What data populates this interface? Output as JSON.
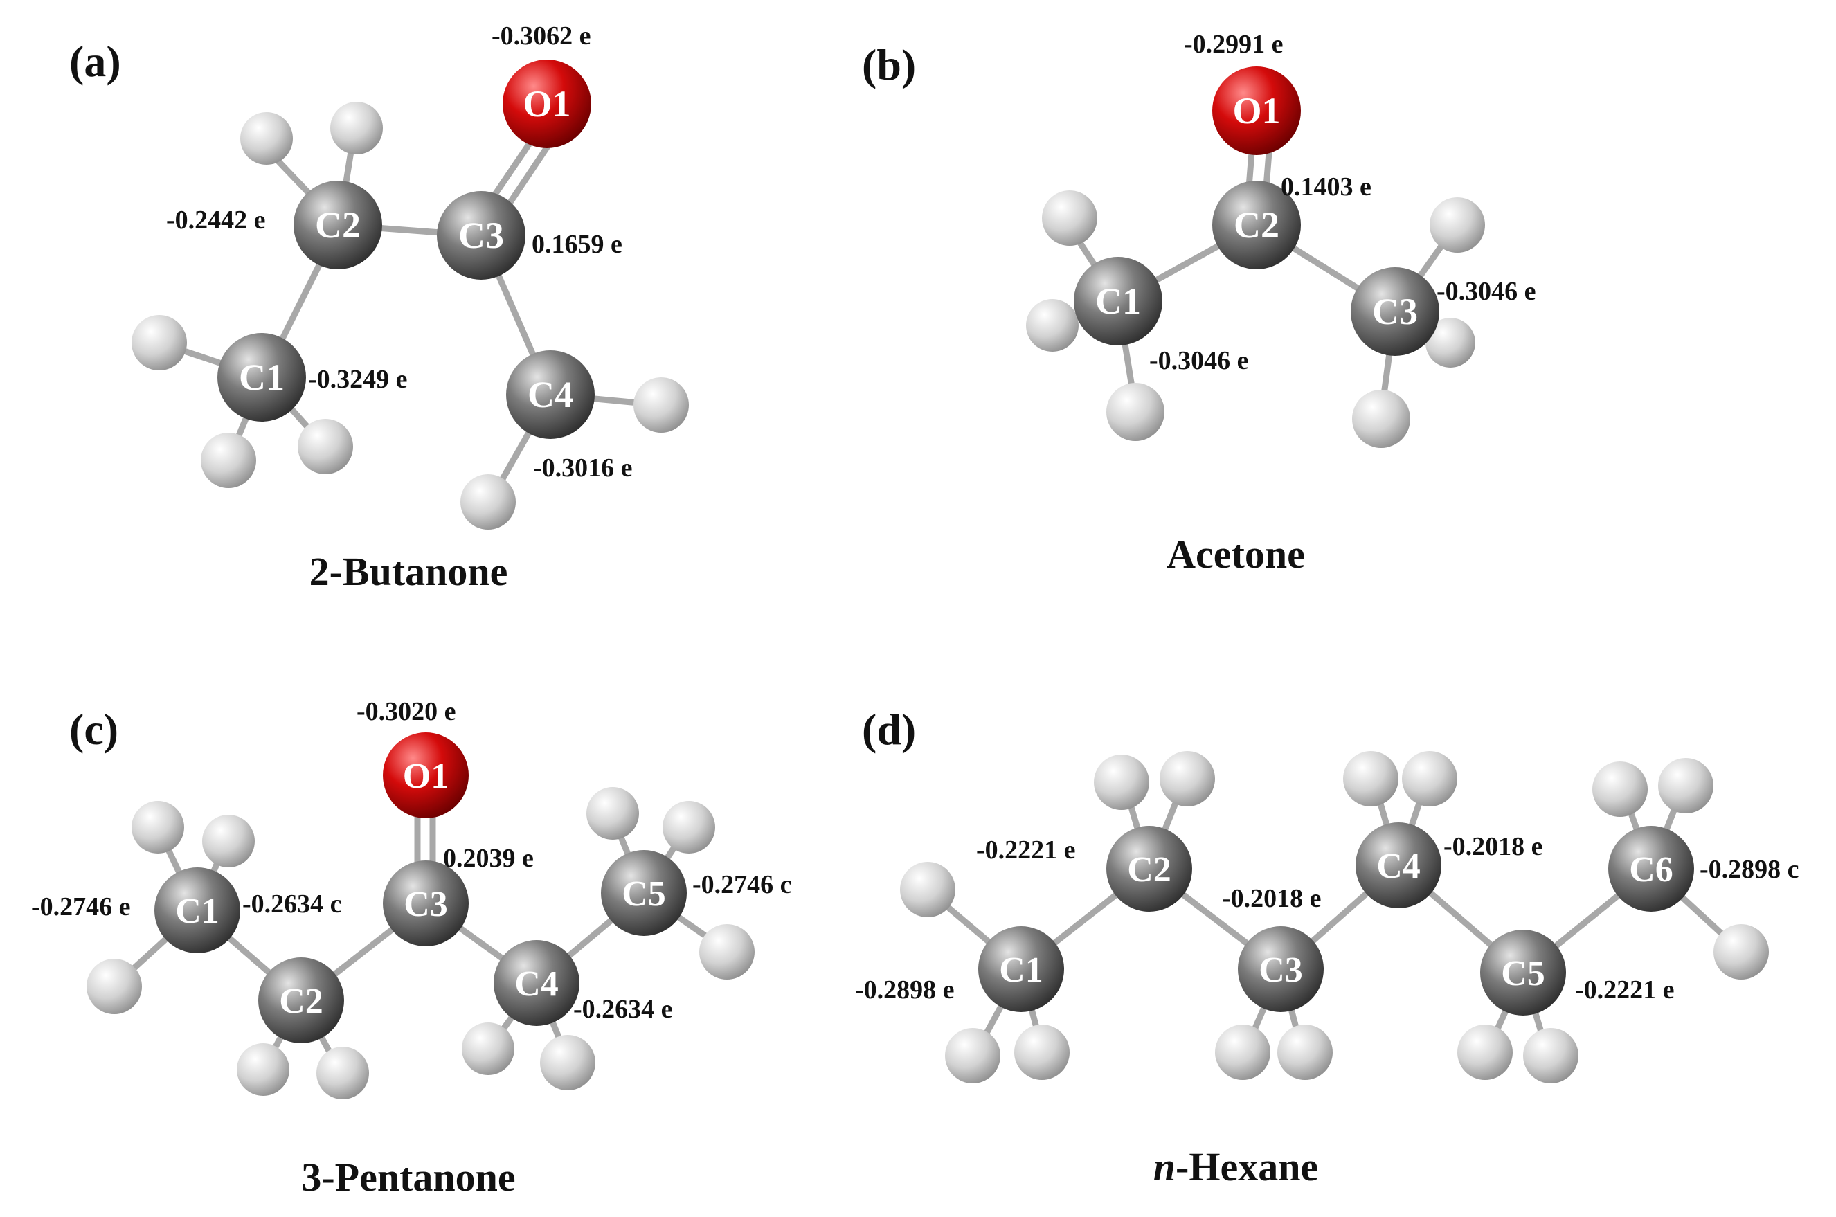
{
  "panels": [
    {
      "label": "(a)",
      "molecule": "2-Butanone",
      "atoms": {
        "O1": {
          "label": "O1",
          "charge": "-0.3062 e"
        },
        "C1": {
          "label": "C1",
          "charge": "-0.3249 e"
        },
        "C2": {
          "label": "C2",
          "charge": "-0.2442 e"
        },
        "C3": {
          "label": "C3",
          "charge": "0.1659 e"
        },
        "C4": {
          "label": "C4",
          "charge": "-0.3016 e"
        }
      }
    },
    {
      "label": "(b)",
      "molecule": "Acetone",
      "atoms": {
        "O1": {
          "label": "O1",
          "charge": "-0.2991 e"
        },
        "C1": {
          "label": "C1",
          "charge": "-0.3046 e"
        },
        "C2": {
          "label": "C2",
          "charge": "0.1403 e"
        },
        "C3": {
          "label": "C3",
          "charge": "-0.3046 e"
        }
      }
    },
    {
      "label": "(c)",
      "molecule": "3-Pentanone",
      "atoms": {
        "O1": {
          "label": "O1",
          "charge": "-0.3020 e"
        },
        "C1": {
          "label": "C1",
          "charge": "-0.2746 e"
        },
        "C2": {
          "label": "C2",
          "charge": "-0.2634 c"
        },
        "C3": {
          "label": "C3",
          "charge": "0.2039 e"
        },
        "C4": {
          "label": "C4",
          "charge": "-0.2634 e"
        },
        "C5": {
          "label": "C5",
          "charge": "-0.2746 c"
        }
      }
    },
    {
      "label": "(d)",
      "molecule_prefix": "n",
      "molecule_suffix": "-Hexane",
      "atoms": {
        "C1": {
          "label": "C1",
          "charge": "-0.2898 e"
        },
        "C2": {
          "label": "C2",
          "charge": "-0.2221 e"
        },
        "C3": {
          "label": "C3",
          "charge": "-0.2018 e"
        },
        "C4": {
          "label": "C4",
          "charge": "-0.2018 e"
        },
        "C5": {
          "label": "C5",
          "charge": "-0.2221 e"
        },
        "C6": {
          "label": "C6",
          "charge": "-0.2898 c"
        }
      }
    }
  ],
  "colors": {
    "carbon": "#6e6e6e",
    "oxygen": "#d10a0a",
    "hydrogen": "#d9d9d9",
    "bond": "#a9a9a9"
  }
}
